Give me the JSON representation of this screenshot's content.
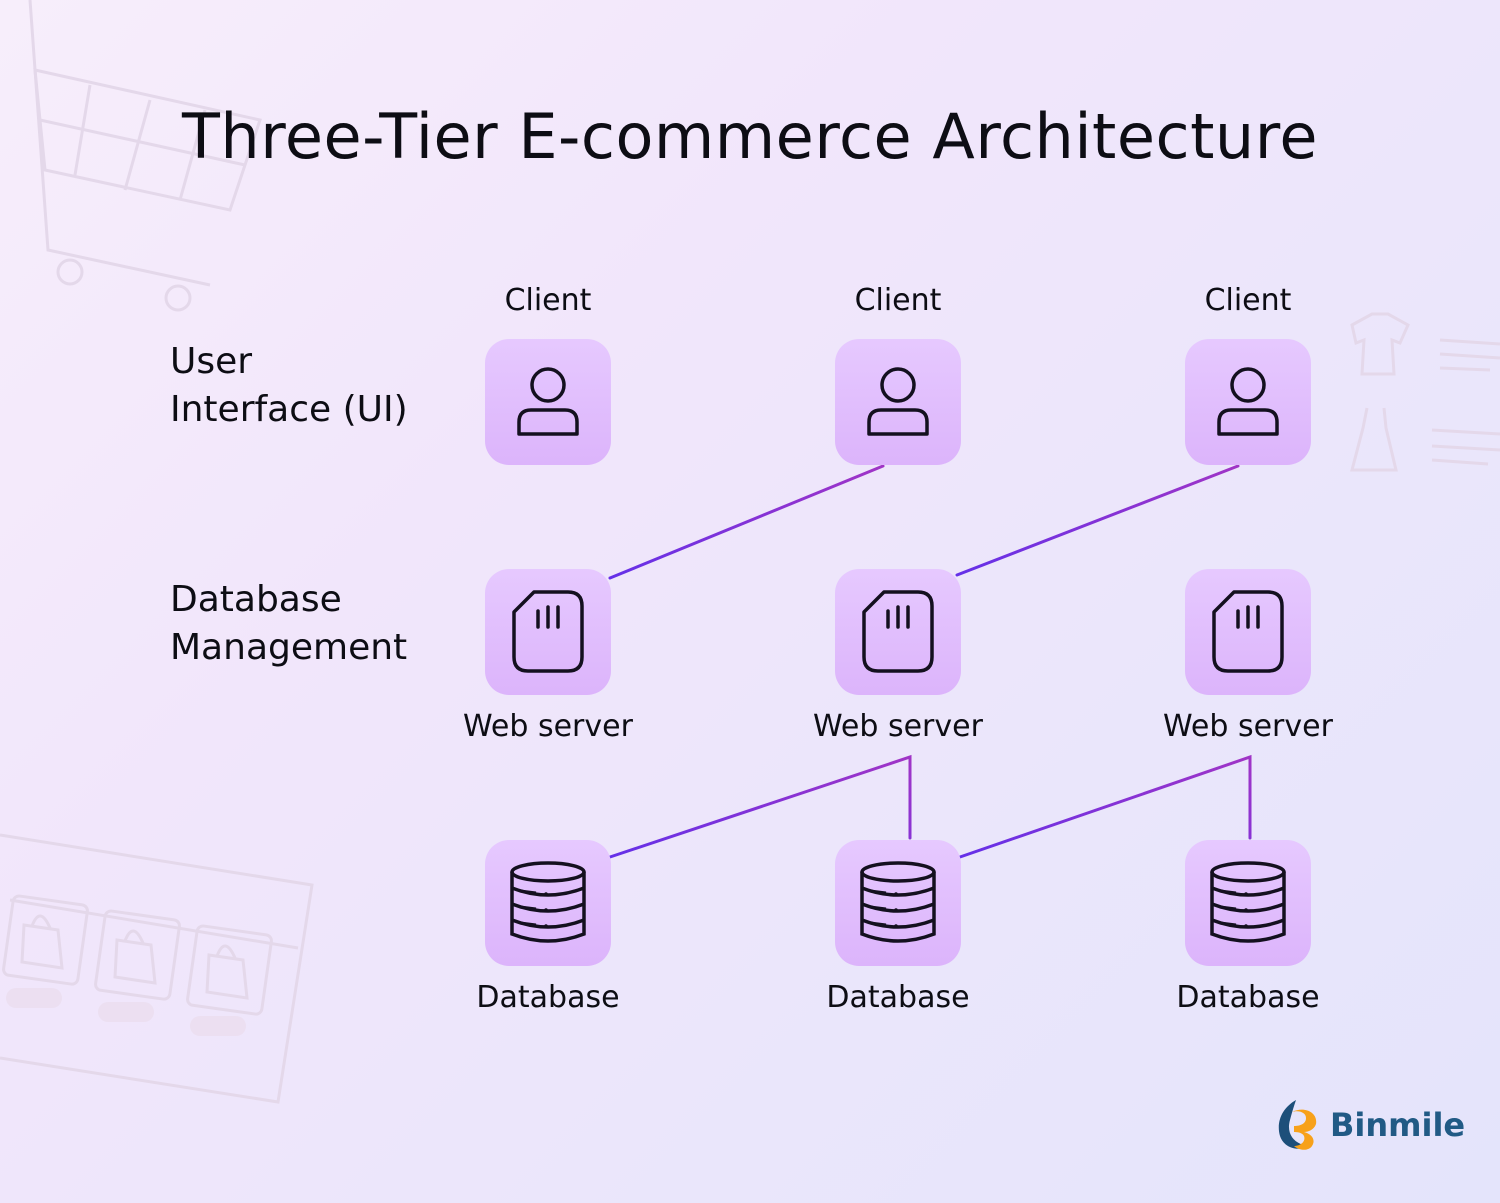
{
  "title": "Three-Tier E-commerce Architecture",
  "tiers": {
    "ui": [
      "User",
      "Interface (UI)"
    ],
    "db": [
      "Database",
      "Management"
    ]
  },
  "clients": [
    {
      "label": "Client"
    },
    {
      "label": "Client"
    },
    {
      "label": "Client"
    }
  ],
  "servers": [
    {
      "label": "Web server"
    },
    {
      "label": "Web server"
    },
    {
      "label": "Web server"
    }
  ],
  "databases": [
    {
      "label": "Database"
    },
    {
      "label": "Database"
    },
    {
      "label": "Database"
    }
  ],
  "logo": {
    "text": "Binmile"
  },
  "colors": {
    "tile": "#dcb4fb",
    "line": "#7b2fd0",
    "text": "#0d0d14",
    "logo": "#215a85"
  }
}
